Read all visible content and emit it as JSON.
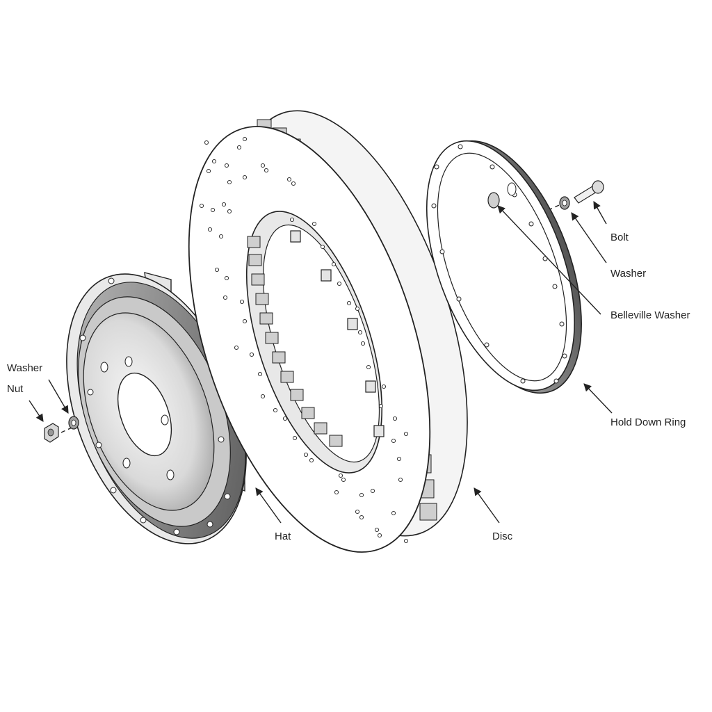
{
  "labels": {
    "bolt": "Bolt",
    "washer_right": "Washer",
    "belleville_washer": "Belleville Washer",
    "hold_down_ring": "Hold Down Ring",
    "disc": "Disc",
    "hat": "Hat",
    "washer_left": "Washer",
    "nut": "Nut"
  },
  "colors": {
    "outline": "#222222",
    "fill_light": "#f2f2f2",
    "fill_mid": "#cfcfcf",
    "fill_dark": "#8a8a8a",
    "background": "#ffffff"
  }
}
